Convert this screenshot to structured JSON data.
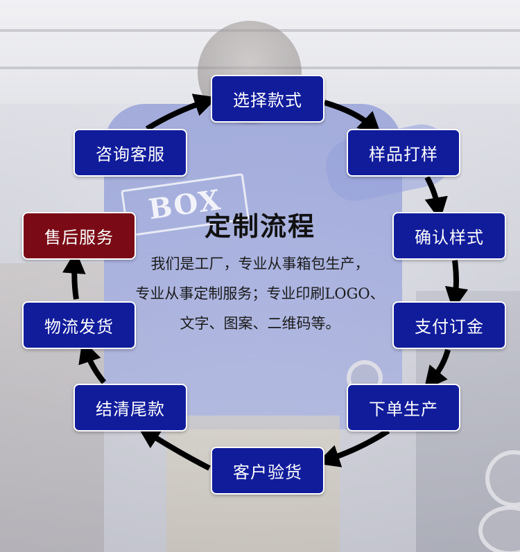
{
  "title": "定制流程",
  "description": [
    "我们是工厂，专业从事箱包生产，",
    "专业从事定制服务；专业印刷LOGO、",
    "文字、图案、二维码等。"
  ],
  "background": {
    "logo_text": "BOX"
  },
  "steps": [
    {
      "id": "select-style",
      "label": "选择款式",
      "highlight": false
    },
    {
      "id": "sample-making",
      "label": "样品打样",
      "highlight": false
    },
    {
      "id": "confirm-style",
      "label": "确认样式",
      "highlight": false
    },
    {
      "id": "pay-deposit",
      "label": "支付订金",
      "highlight": false
    },
    {
      "id": "place-order",
      "label": "下单生产",
      "highlight": false
    },
    {
      "id": "customer-inspection",
      "label": "客户验货",
      "highlight": false
    },
    {
      "id": "final-payment",
      "label": "结清尾款",
      "highlight": false
    },
    {
      "id": "logistics",
      "label": "物流发货",
      "highlight": false
    },
    {
      "id": "after-sales",
      "label": "售后服务",
      "highlight": true
    },
    {
      "id": "consult-service",
      "label": "咨询客服",
      "highlight": false
    }
  ],
  "colors": {
    "step_bg": "#111c9b",
    "highlight_bg": "#7a0b16",
    "arrow": "#000000"
  }
}
